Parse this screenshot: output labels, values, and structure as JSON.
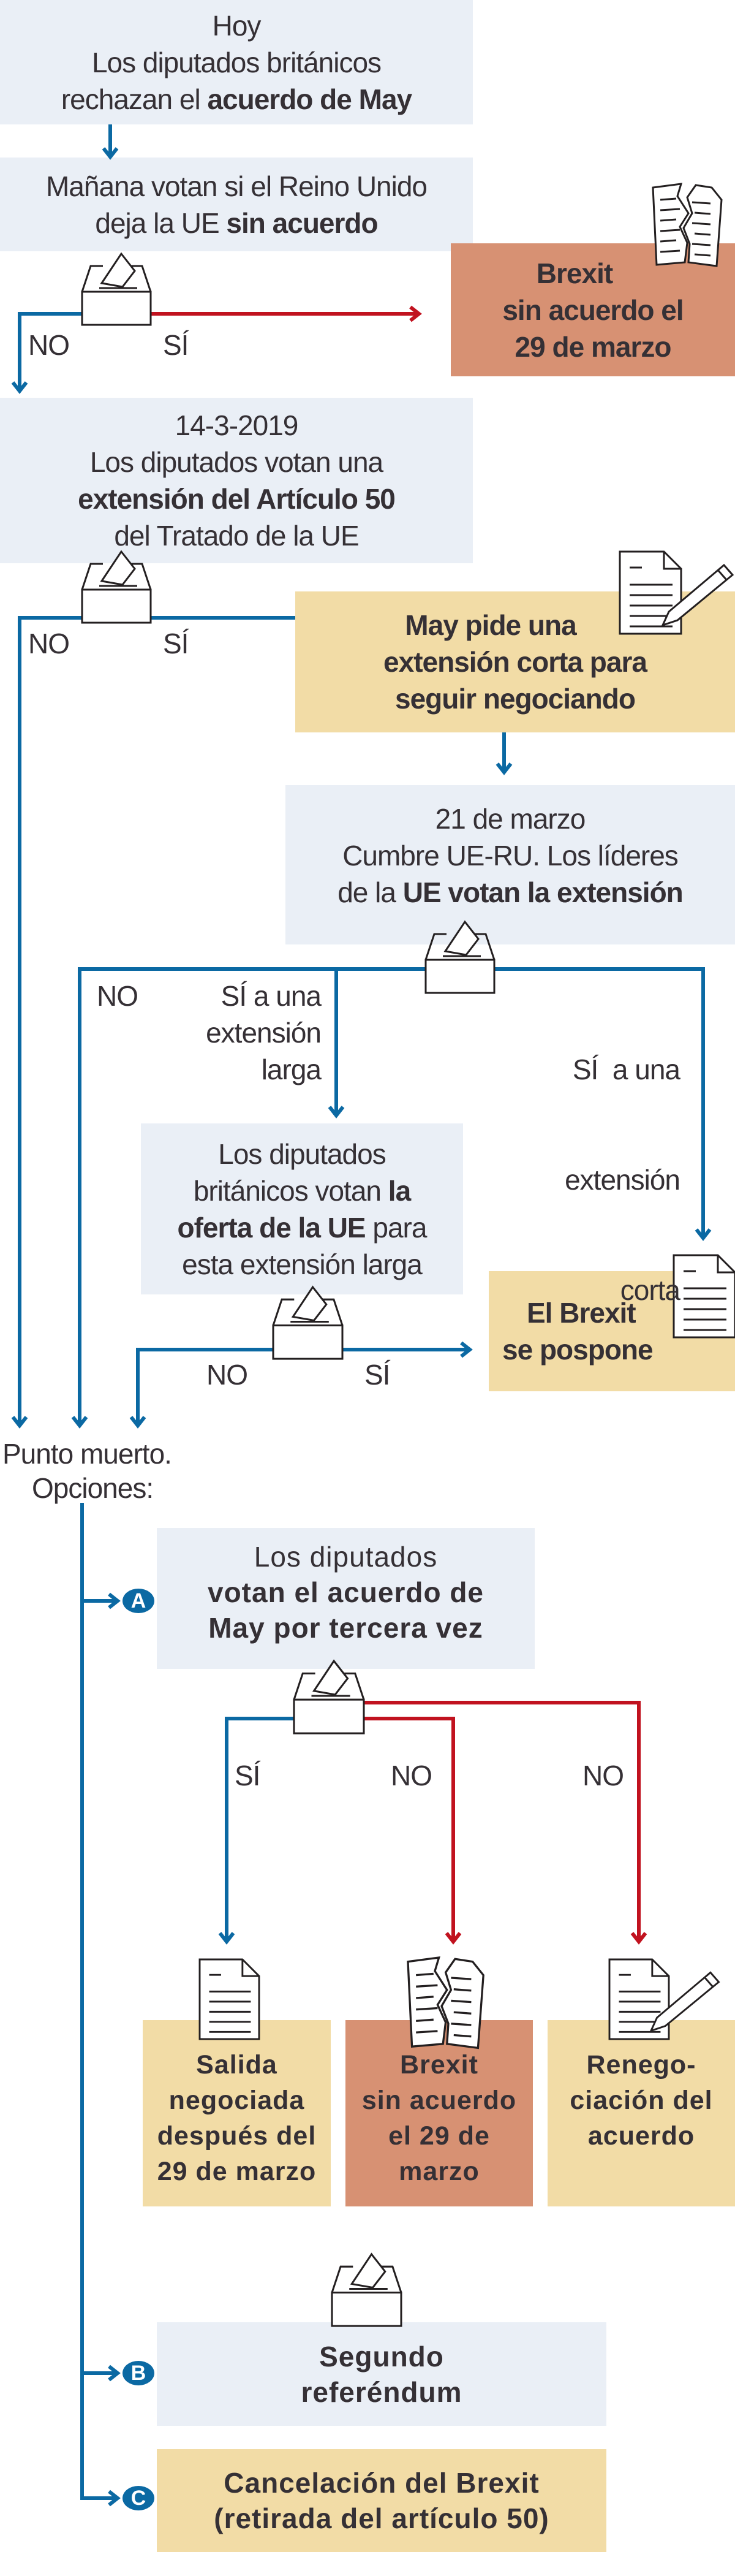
{
  "colors": {
    "blue_line": "#0b69a3",
    "red_line": "#c1121f",
    "box_blue": "#eaeff6",
    "box_yellow": "#f2dca6",
    "box_salmon": "#d79173",
    "text": "#353035"
  },
  "step1": {
    "date": "Hoy",
    "line1": "Los diputados británicos",
    "line2_regular": "rechazan el ",
    "line2_bold": "acuerdo de May"
  },
  "step2": {
    "line1": "Mañana votan si el Reino Unido",
    "line2_regular": "deja la UE ",
    "line2_bold": "sin acuerdo"
  },
  "no_deal_1": {
    "line1": "Brexit",
    "line2": "sin acuerdo el",
    "line3": "29 de marzo"
  },
  "step3": {
    "date": "14-3-2019",
    "line1": "Los diputados votan una",
    "line2_bold": "extensión del Artículo 50",
    "line3": "del Tratado de la UE"
  },
  "extension_request": {
    "line1": "May pide una",
    "line2": "extensión corta para",
    "line3": "seguir negociando"
  },
  "summit": {
    "date": "21 de marzo",
    "line1": "Cumbre UE-RU. Los líderes",
    "line2_regular": "de la ",
    "line2_bold": "UE votan la extensión"
  },
  "long_vote": {
    "line1": "Los diputados",
    "line2_regular": "británicos votan ",
    "line2_bold": "la",
    "line3_bold": "oferta de la UE",
    "line3_regular": " para",
    "line4": "esta extensión larga"
  },
  "postponed": {
    "line1": "El Brexit",
    "line2": "se pospone"
  },
  "labels": {
    "no": "NO",
    "si": "SÍ",
    "si_long": [
      "SÍ a una",
      "extensión",
      "larga"
    ],
    "si_short": [
      "SÍ  a una",
      "extensión",
      "corta"
    ]
  },
  "deadlock": {
    "line1": "Punto muerto.",
    "line2": "Opciones:"
  },
  "option_a": {
    "badge": "A",
    "line1": "Los diputados",
    "line2": "votan el acuerdo de",
    "line3": "May por tercera vez"
  },
  "outcomes": [
    {
      "lines": [
        "Salida",
        "negociada",
        "después del",
        "29 de marzo"
      ]
    },
    {
      "lines": [
        "Brexit",
        "sin acuerdo",
        "el 29 de",
        "marzo"
      ]
    },
    {
      "lines": [
        "Renego-",
        "ciación del",
        "acuerdo"
      ]
    }
  ],
  "option_b": {
    "badge": "B",
    "line1": "Segundo",
    "line2": "referéndum"
  },
  "option_c": {
    "badge": "C",
    "line1": "Cancelación del Brexit",
    "line2": "(retirada del artículo 50)"
  }
}
